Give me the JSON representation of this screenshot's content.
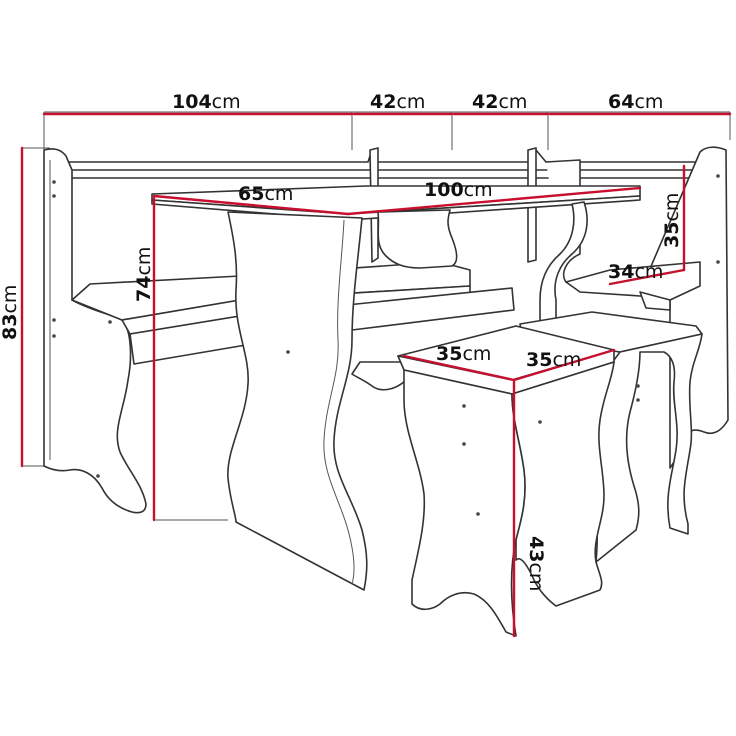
{
  "unit": "cm",
  "dimensions": {
    "bench_long_width": "104",
    "corner_seat_a": "42",
    "corner_seat_b": "42",
    "bench_short_width": "64",
    "total_height": "83",
    "table_depth": "65",
    "table_length": "100",
    "table_height": "74",
    "backrest_height": "35",
    "seat_depth": "34",
    "stool_width": "35",
    "stool_depth": "35",
    "stool_height": "43"
  },
  "colors": {
    "dimension_line": "#c8102e",
    "outline": "#333333",
    "background": "#ffffff"
  }
}
